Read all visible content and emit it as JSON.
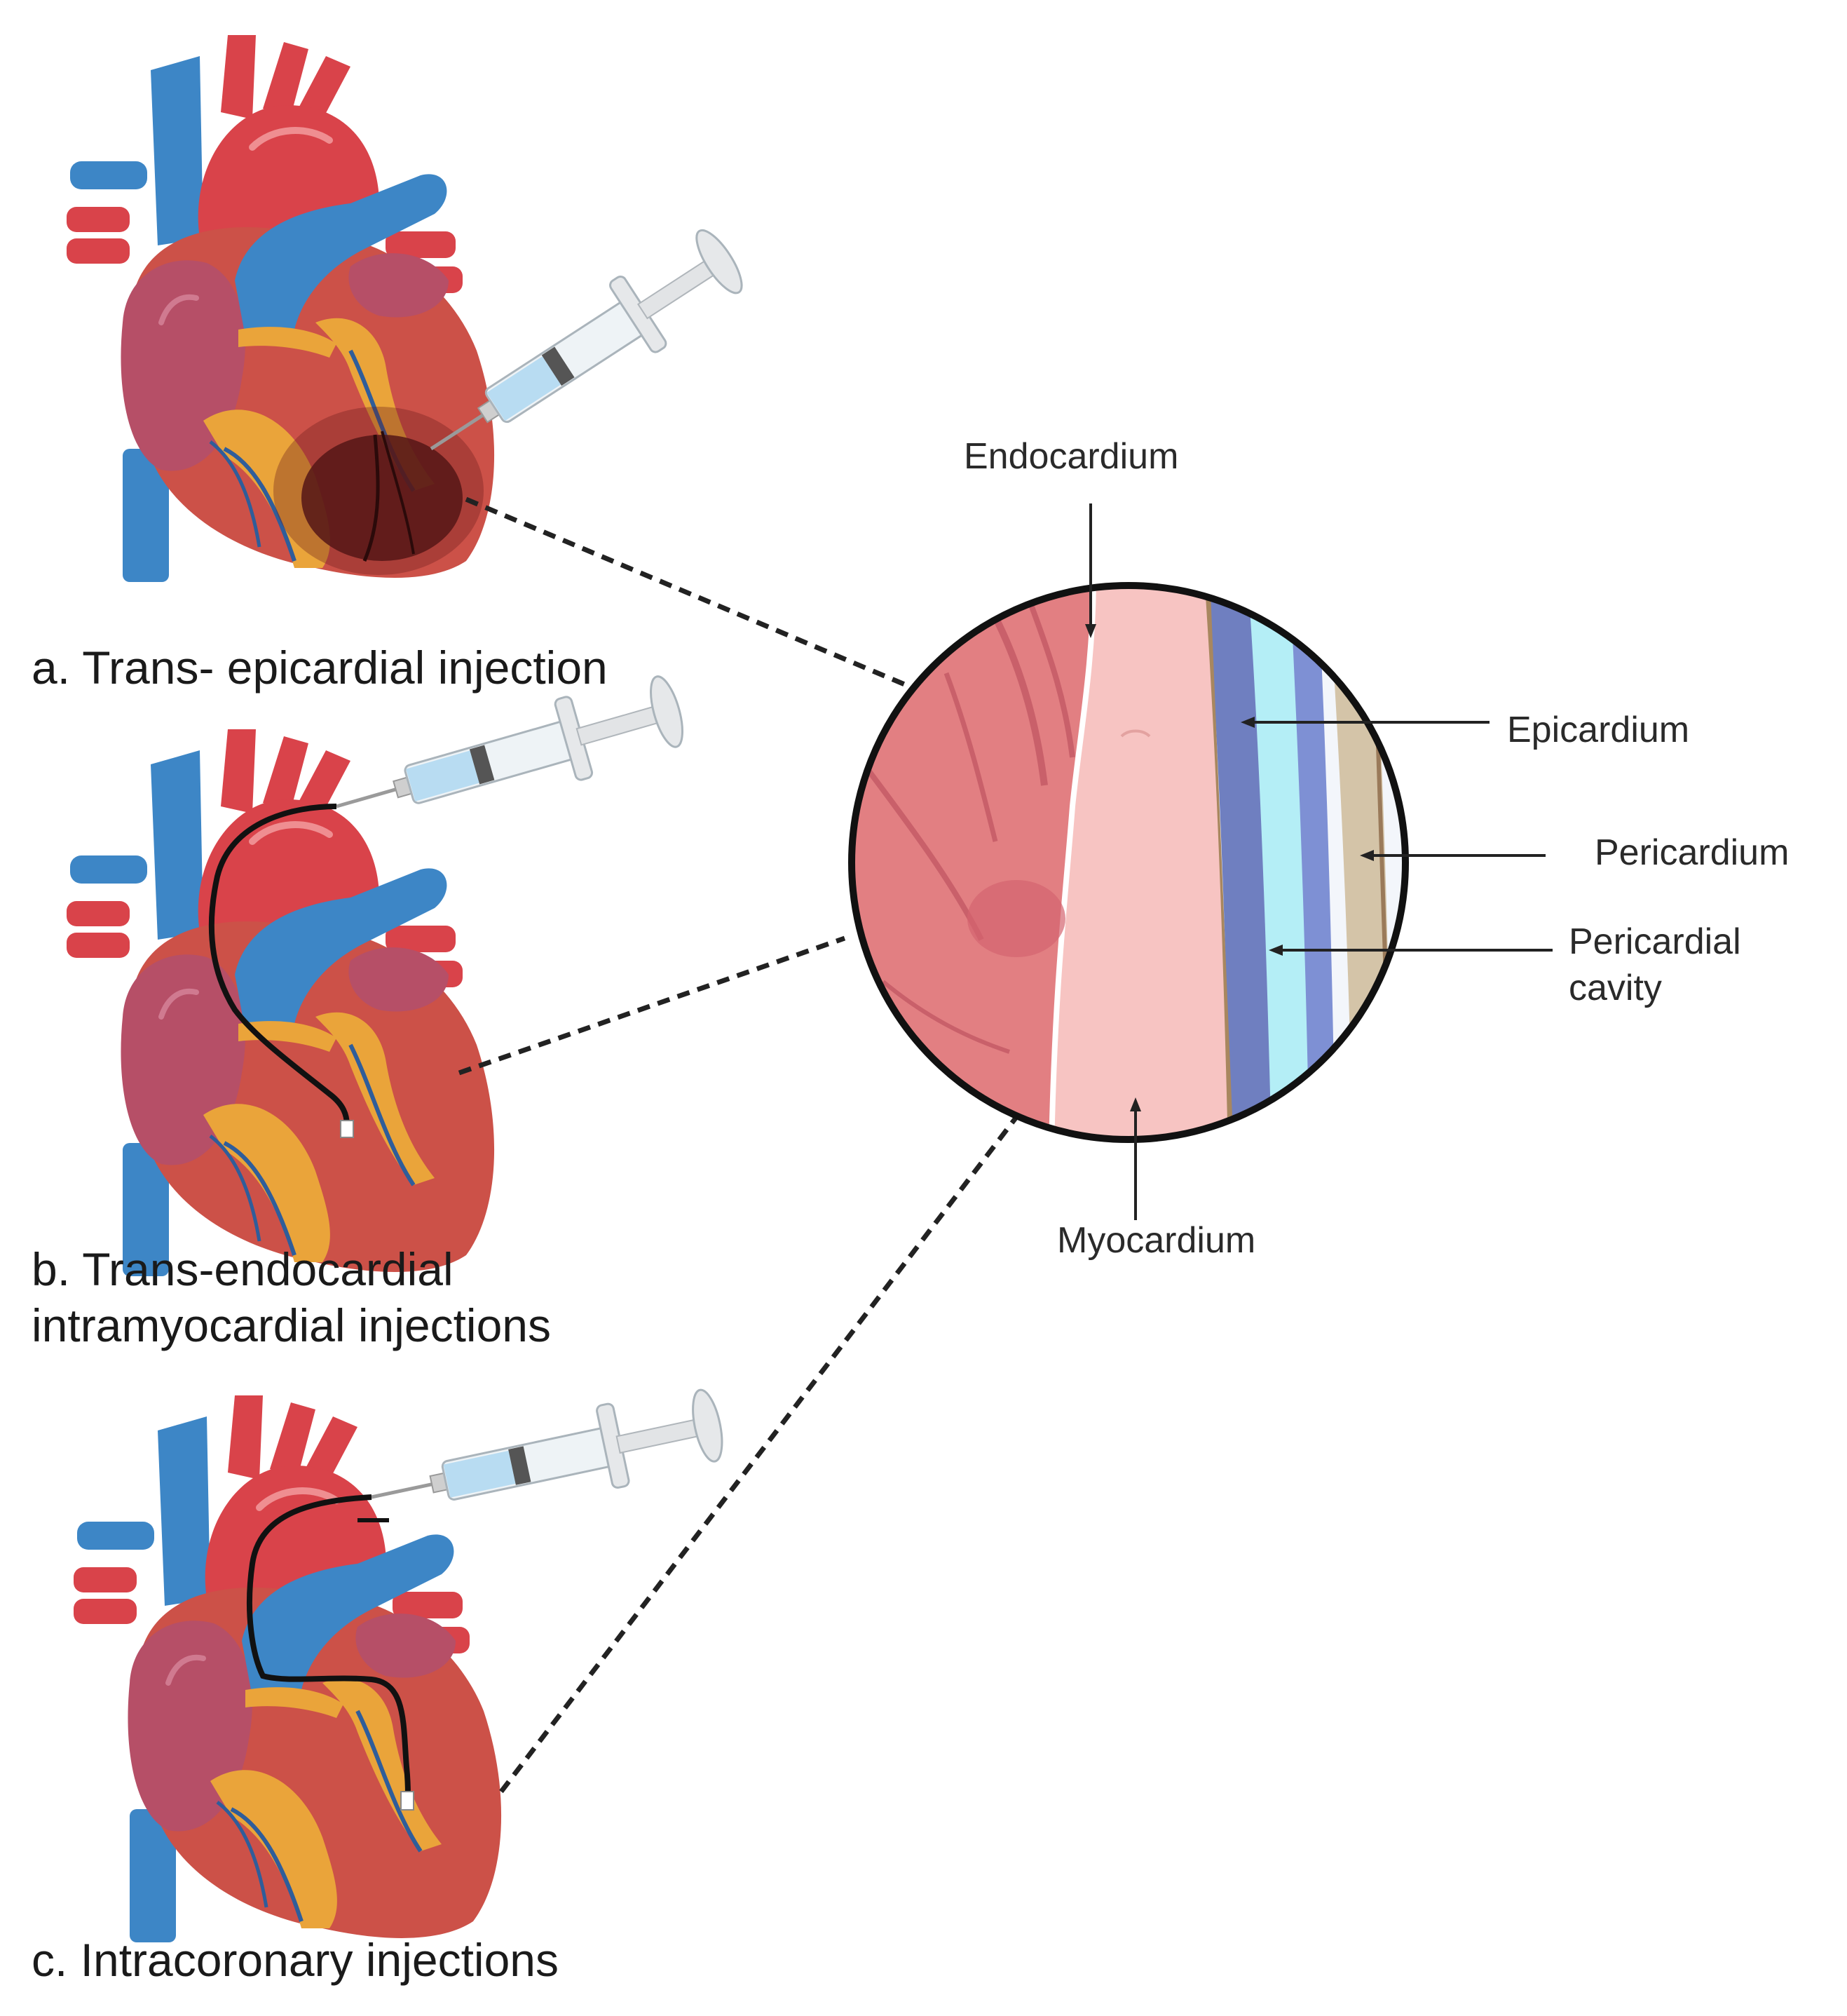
{
  "panels": [
    {
      "id": "a",
      "caption": "a. Trans- epicardial injection"
    },
    {
      "id": "b",
      "caption_line1": "b. Trans-endocardial",
      "caption_line2": "intramyocardial injections"
    },
    {
      "id": "c",
      "caption": "c. Intracoronary injections"
    }
  ],
  "cross_section": {
    "labels": {
      "endocardium": "Endocardium",
      "epicardium": "Epicardium",
      "pericardium": "Pericardium",
      "pericardial_cavity_line1": "Pericardial",
      "pericardial_cavity_line2": "cavity",
      "myocardium": "Myocardium"
    }
  },
  "colors": {
    "vein_blue": "#3d86c6",
    "artery_red": "#d9434a",
    "heart_body": "#cc5148",
    "atrium": "#b64f67",
    "fat_yellow": "#eaa43a",
    "infarct": "#4a1414",
    "endocardium_pink": "#e27f82",
    "myocardium_pink": "#f7c4c2",
    "epicardium_blue": "#6f7fc0",
    "cavity_cyan": "#b4eef6",
    "pericardium_tan": "#d4c4a8"
  },
  "icons": [
    "heart-illustration",
    "syringe-icon",
    "catheter-line"
  ]
}
